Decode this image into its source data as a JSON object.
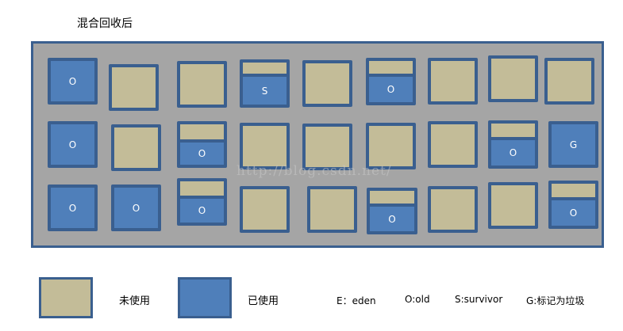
{
  "title": "混合回收后",
  "watermark": "http://blog.csdn.net/",
  "colors": {
    "unused": "#c3bc98",
    "used": "#4f7fba",
    "border": "#3a5f8f",
    "heap_bg": "#a5a5a5"
  },
  "regions": [
    {
      "state": "full",
      "label": "O"
    },
    {
      "state": "empty",
      "label": ""
    },
    {
      "state": "empty",
      "label": ""
    },
    {
      "state": "partial",
      "label": "S"
    },
    {
      "state": "empty",
      "label": ""
    },
    {
      "state": "partial",
      "label": "O"
    },
    {
      "state": "empty",
      "label": ""
    },
    {
      "state": "empty",
      "label": ""
    },
    {
      "state": "empty",
      "label": ""
    },
    {
      "state": "full",
      "label": "O"
    },
    {
      "state": "empty",
      "label": ""
    },
    {
      "state": "partial",
      "label": "O"
    },
    {
      "state": "empty",
      "label": ""
    },
    {
      "state": "empty",
      "label": ""
    },
    {
      "state": "empty",
      "label": ""
    },
    {
      "state": "empty",
      "label": ""
    },
    {
      "state": "partial",
      "label": "O"
    },
    {
      "state": "full",
      "label": "G"
    },
    {
      "state": "full",
      "label": "O"
    },
    {
      "state": "full",
      "label": "O"
    },
    {
      "state": "partial",
      "label": "O"
    },
    {
      "state": "empty",
      "label": ""
    },
    {
      "state": "empty",
      "label": ""
    },
    {
      "state": "partial",
      "label": "O"
    },
    {
      "state": "empty",
      "label": ""
    },
    {
      "state": "empty",
      "label": ""
    },
    {
      "state": "partial",
      "label": "O"
    }
  ],
  "legend": {
    "unused": "未使用",
    "used": "已使用",
    "eden": "E：eden",
    "old": "O:old",
    "survivor": "S:survivor",
    "garbage": "G:标记为垃圾"
  }
}
